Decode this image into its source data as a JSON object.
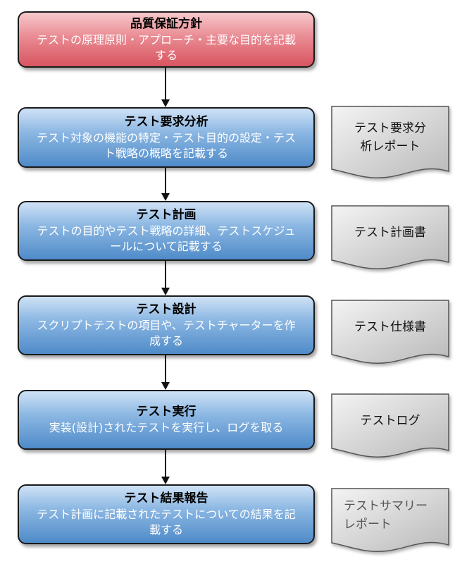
{
  "steps": [
    {
      "title": "品質保証方針",
      "desc": "テストの原理原則・アプローチ・主要な目的を記載する"
    },
    {
      "title": "テスト要求分析",
      "desc": "テスト対象の機能の特定・テスト目的の設定・テスト戦略の概略を記載する"
    },
    {
      "title": "テスト計画",
      "desc": "テストの目的やテスト戦略の詳細、テストスケジュールについて記載する"
    },
    {
      "title": "テスト設計",
      "desc": "スクリプトテストの項目や、テストチャーターを作成する"
    },
    {
      "title": "テスト実行",
      "desc": "実装(設計)されたテストを実行し、ログを取る"
    },
    {
      "title": "テスト結果報告",
      "desc": "テスト計画に記載されたテストについての結果を記載する"
    }
  ],
  "documents": [
    {
      "label": "テスト要求分析レポート"
    },
    {
      "label": "テスト計画書"
    },
    {
      "label": "テスト仕様書"
    },
    {
      "label": "テストログ"
    },
    {
      "label": "テストサマリーレポート"
    }
  ]
}
